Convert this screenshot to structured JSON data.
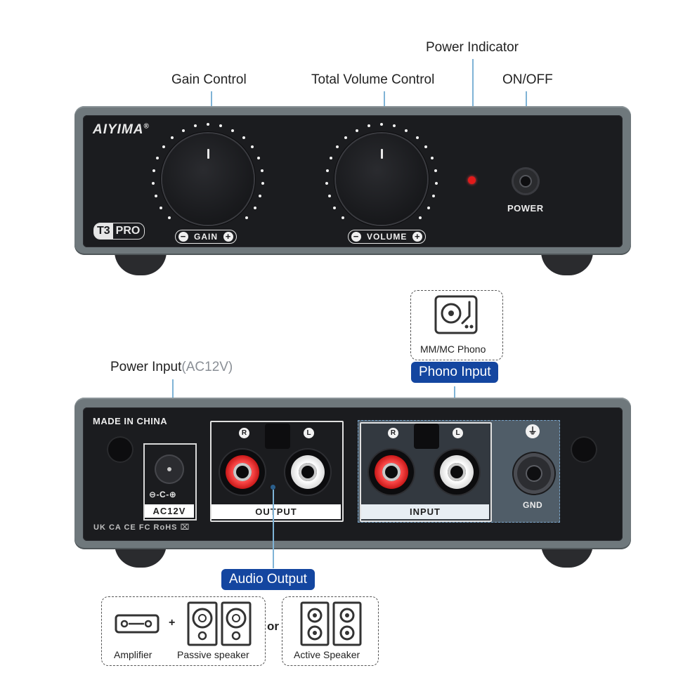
{
  "front": {
    "callouts": {
      "gain": "Gain Control",
      "volume": "Total Volume Control",
      "power_indicator": "Power Indicator",
      "on_off": "ON/OFF"
    },
    "brand": "AIYIMA",
    "brand_mark": "®",
    "model_prefix": "T3",
    "model_suffix": "PRO",
    "gain_label": "GAIN",
    "volume_label": "VOLUME",
    "minus": "−",
    "plus": "+",
    "power_label": "POWER",
    "led_color": "#e21a1a"
  },
  "rear": {
    "power_input_label": "Power Input",
    "power_input_spec": "(AC12V)",
    "made_in": "MADE IN CHINA",
    "dc_label": "AC12V",
    "dc_symbol": "⊖-C-⊕",
    "output_label": "OUTPUT",
    "input_label": "INPUT",
    "r": "R",
    "l": "L",
    "gnd_label": "GND",
    "gnd_symbol": "⏚",
    "certs": "UK CA CE FC RoHS ⌧"
  },
  "phono": {
    "device_label": "MM/MC Phono",
    "tag": "Phono Input"
  },
  "output": {
    "tag": "Audio Output",
    "amplifier": "Amplifier",
    "plus": "+",
    "passive": "Passive speaker",
    "or": "or",
    "active": "Active Speaker"
  }
}
